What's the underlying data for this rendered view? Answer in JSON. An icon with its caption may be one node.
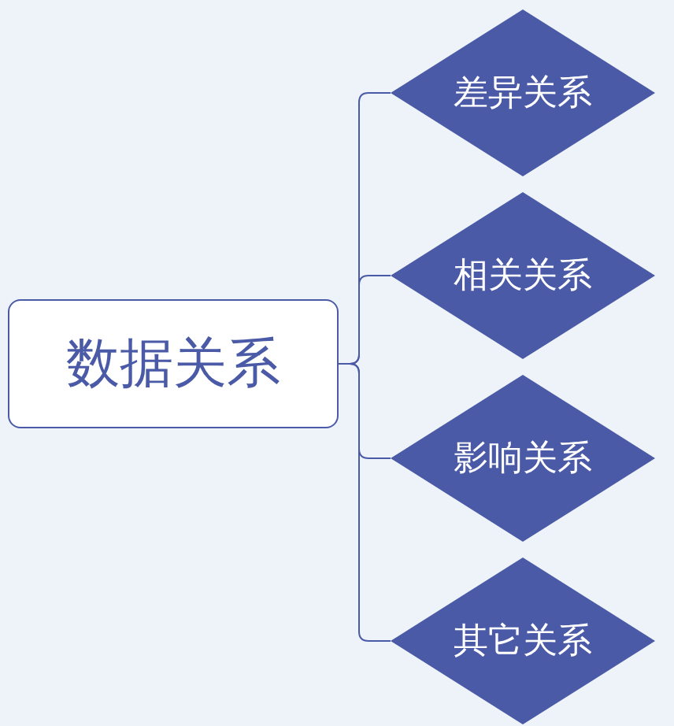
{
  "diagram": {
    "nodes": [
      {
        "text": [
          "数据关系"
        ]
      },
      {
        "text": [
          "差异关系"
        ]
      },
      {
        "text": [
          "相关关系"
        ]
      },
      {
        "text": [
          "影响关系"
        ]
      },
      {
        "text": [
          "其它关系"
        ]
      }
    ],
    "edges": [
      {
        "from": 0,
        "to": 1,
        "arrow": "none"
      },
      {
        "from": 0,
        "to": 2,
        "arrow": "none"
      },
      {
        "from": 0,
        "to": 3,
        "arrow": "none"
      },
      {
        "from": 0,
        "to": 4,
        "arrow": "none"
      }
    ]
  }
}
